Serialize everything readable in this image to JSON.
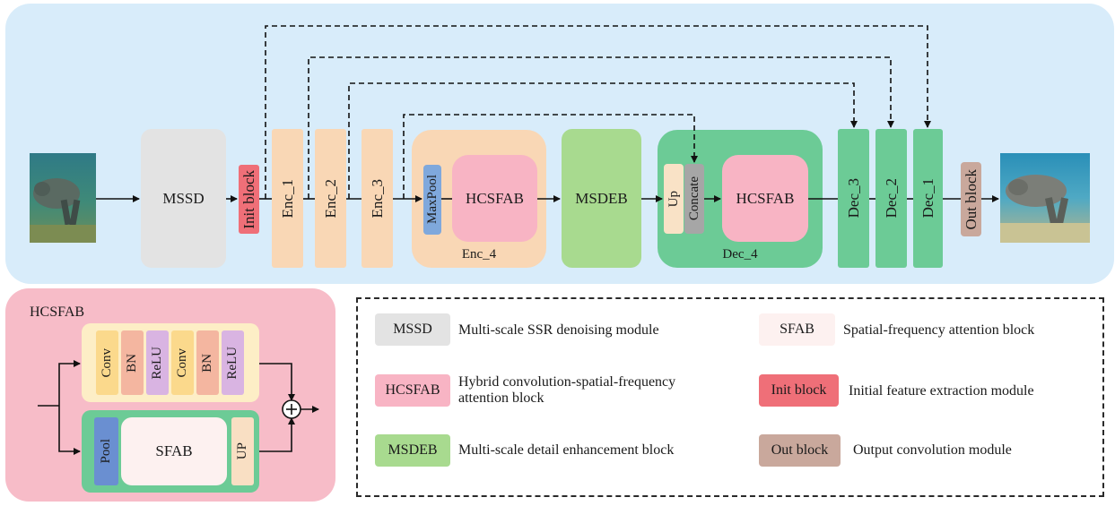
{
  "main": {
    "mssd": "MSSD",
    "init_block": "Init block",
    "enc1": "Enc_1",
    "enc2": "Enc_2",
    "enc3": "Enc_3",
    "enc4": {
      "maxpool": "MaxPool",
      "hcsfab": "HCSFAB",
      "caption": "Enc_4"
    },
    "msdeb": "MSDEB",
    "dec4": {
      "up": "Up",
      "concate": "Concate",
      "hcsfab": "HCSFAB",
      "caption": "Dec_4"
    },
    "dec3": "Dec_3",
    "dec2": "Dec_2",
    "dec1": "Dec_1",
    "out_block": "Out block"
  },
  "hcsfab_detail": {
    "title": "HCSFAB",
    "conv_branch": [
      "Conv",
      "BN",
      "ReLU",
      "Conv",
      "BN",
      "ReLU"
    ],
    "pool": "Pool",
    "sfab": "SFAB",
    "up": "UP",
    "plus": "+"
  },
  "legend": {
    "mssd": {
      "chip": "MSSD",
      "text": "Multi-scale SSR denoising module"
    },
    "hcsfab": {
      "chip": "HCSFAB",
      "text": "Hybrid convolution-spatial-frequency attention block"
    },
    "msdeb": {
      "chip": "MSDEB",
      "text": "Multi-scale detail enhancement block"
    },
    "sfab": {
      "chip": "SFAB",
      "text": "Spatial-frequency attention block"
    },
    "init": {
      "chip": "Init block",
      "text": "Initial feature extraction module"
    },
    "out": {
      "chip": "Out block",
      "text": "Output convolution module"
    }
  },
  "colors": {
    "panel_bg": "#d8ecfa",
    "mssd": "#e3e3e3",
    "init_block": "#ef6f78",
    "enc": "#f9d7b5",
    "maxpool": "#7fa8dc",
    "hcsfab": "#f8b4c4",
    "msdeb": "#a8da8f",
    "dec": "#6ccb96",
    "out_block": "#c9a89c",
    "conv": "#fbd98c",
    "bn": "#f4b6a0",
    "relu": "#d9b4e2",
    "pool": "#6a8fd1",
    "sfab": "#fdf1f0",
    "up": "#f9dfc3"
  },
  "icons": [
    "underwater-input-image",
    "enhanced-output-image",
    "sum-node-icon"
  ]
}
